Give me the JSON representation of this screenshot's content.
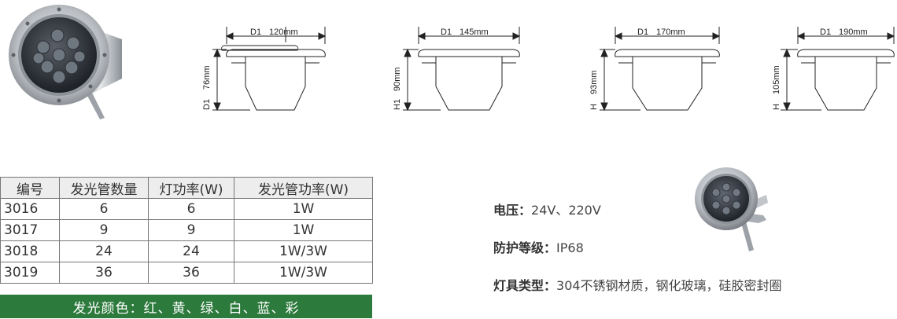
{
  "drawings": [
    {
      "d_label": "D1",
      "d_value": "120mm",
      "h_label": "D1",
      "h_value": "76mm"
    },
    {
      "d_label": "D1",
      "d_value": "145mm",
      "h_label": "H1",
      "h_value": "90mm"
    },
    {
      "d_label": "D1",
      "d_value": "170mm",
      "h_label": "H",
      "h_value": "93mm"
    },
    {
      "d_label": "D1",
      "d_value": "190mm",
      "h_label": "H",
      "h_value": "105mm"
    }
  ],
  "table": {
    "headers": [
      "编号",
      "发光管数量",
      "灯功率(W)",
      "发光管功率(W)"
    ],
    "rows": [
      [
        "3016",
        "6",
        "6",
        "1W"
      ],
      [
        "3017",
        "9",
        "9",
        "1W"
      ],
      [
        "3018",
        "24",
        "24",
        "1W/3W"
      ],
      [
        "3019",
        "36",
        "36",
        "1W/3W"
      ]
    ]
  },
  "colors_line": "发光颜色：红、黄、绿、白、蓝、彩",
  "specs": [
    {
      "label": "电压：",
      "value": "24V、220V"
    },
    {
      "label": "防护等级：",
      "value": "IP68"
    },
    {
      "label": "灯具类型：",
      "value": "304不锈钢材质，钢化玻璃，硅胶密封圈"
    }
  ],
  "theme": {
    "accent_green": "#2c7a3c",
    "steel": "#b8bcc2"
  }
}
